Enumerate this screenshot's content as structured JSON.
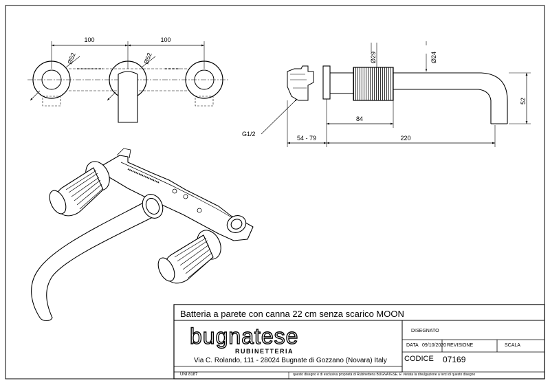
{
  "dimensions": {
    "front_spacing_left": "100",
    "front_spacing_right": "100",
    "front_dia_left": "Ø52",
    "front_dia_center": "Ø52",
    "side_dia_handle": "Ø29",
    "side_dia_spout": "Ø24",
    "side_height": "52",
    "thread": "G1/2",
    "depth_range": "54 - 79",
    "handle_depth": "84",
    "spout_length": "220"
  },
  "title_block": {
    "title": "Batteria a parete con canna 22 cm senza scarico MOON",
    "brand_name": "bugnatese",
    "brand_sub": "RUBINETTERIA",
    "address": "Via C. Rolando, 111 - 28024 Bugnate di Gozzano (Novara) Italy",
    "disegnato_label": "DISEGNATO",
    "data_label": "DATA",
    "data_value": "09/10/2020",
    "revisione_label": "REVISIONE",
    "scala_label": "SCALA",
    "codice_label": "CODICE",
    "codice_value": "07169",
    "uni": "UNI 8187",
    "copyright": "questo disegno è di esclusiva proprietà di Rubinetteria BUGNATESE. E' vietata la divulgazione a terzi di questo disegno"
  }
}
